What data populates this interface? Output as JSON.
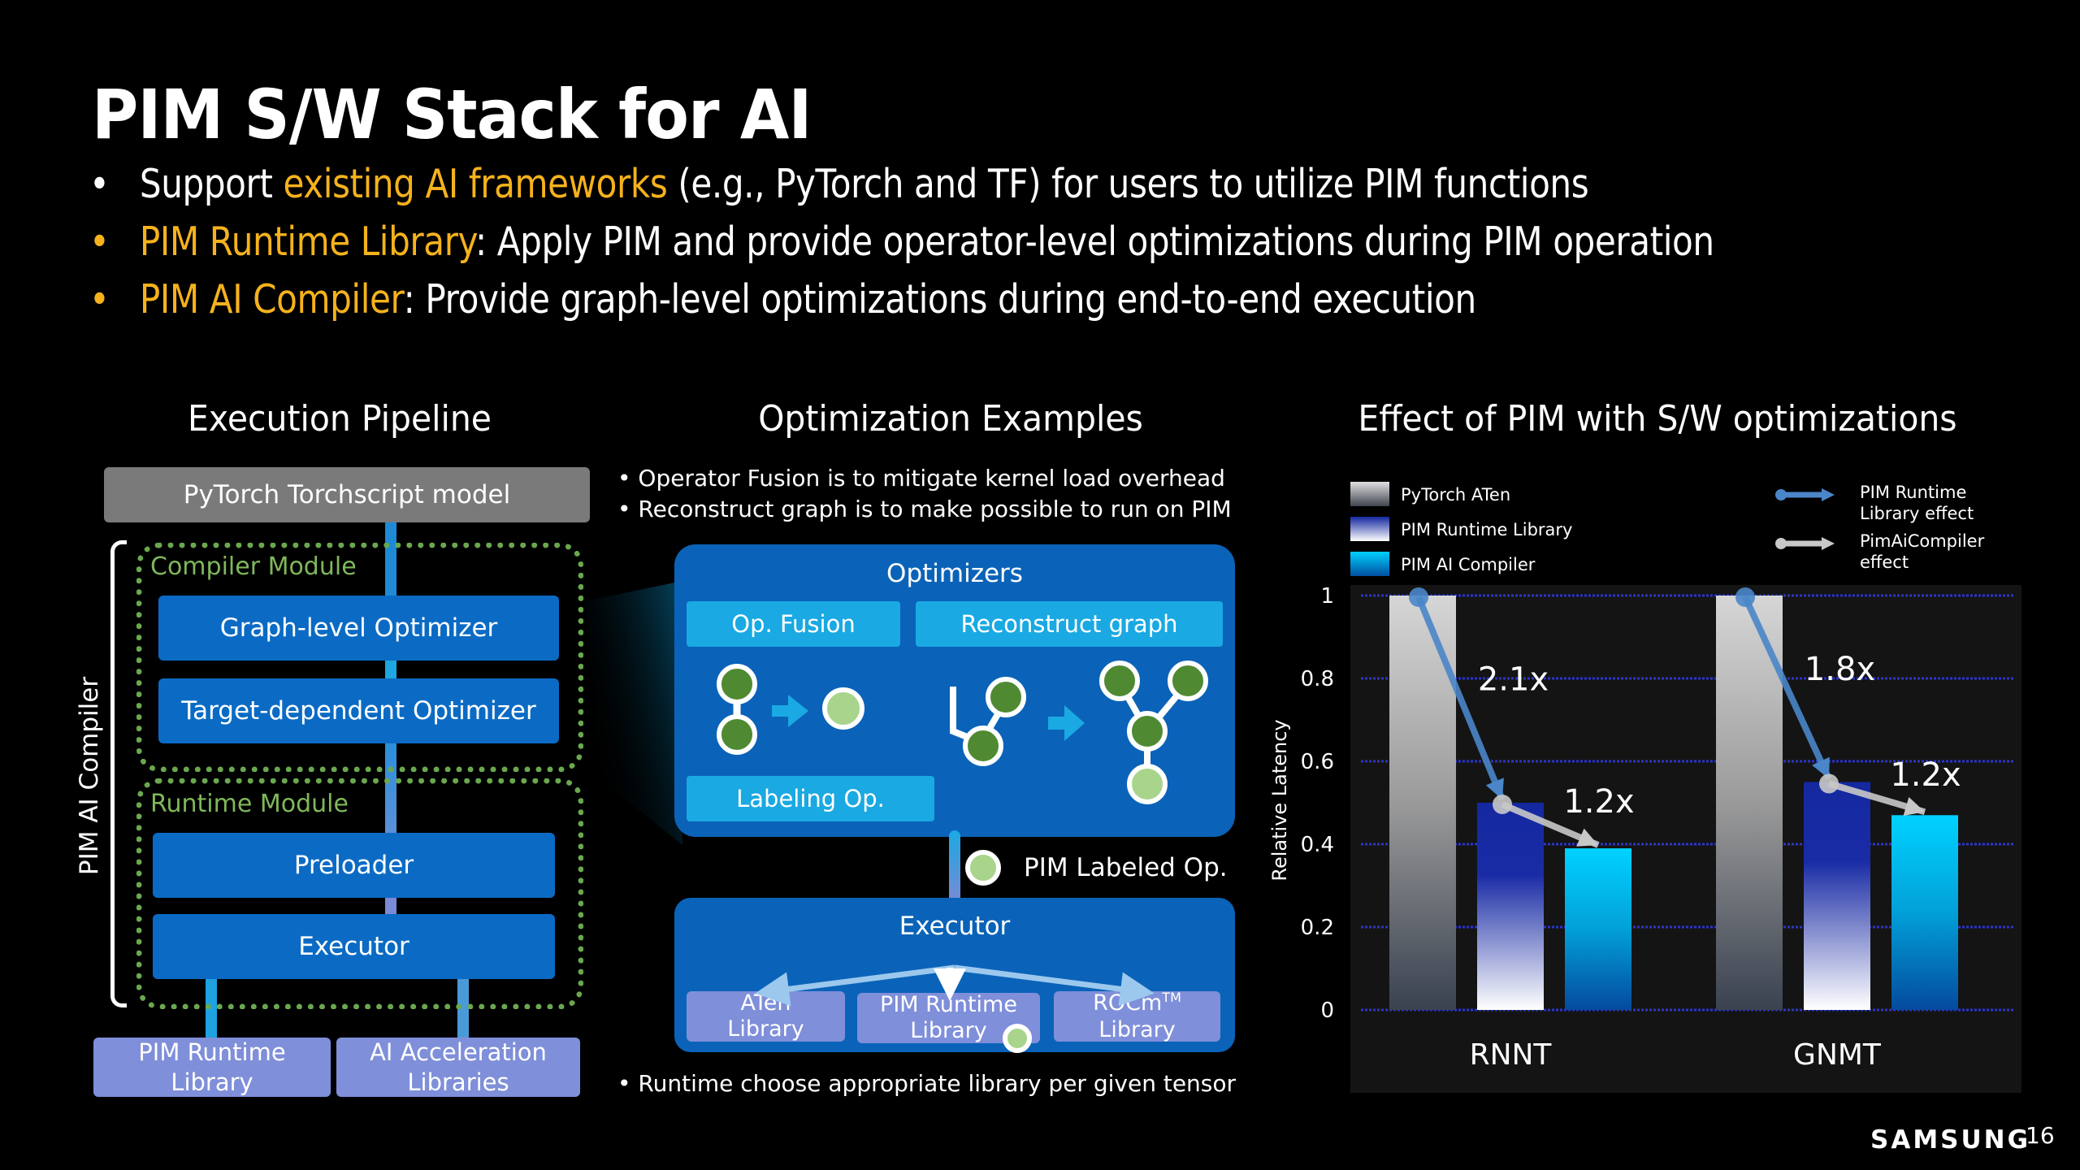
{
  "slide": {
    "title": "PIM S/W Stack for AI",
    "bullets": [
      {
        "prefix": "Support ",
        "highlight": "existing AI frameworks",
        "suffix": " (e.g., PyTorch and TF) for users to utilize PIM functions"
      },
      {
        "prefix": "",
        "highlight": "PIM Runtime Library",
        "suffix": ": Apply PIM and provide operator-level optimizations during PIM operation"
      },
      {
        "prefix": "",
        "highlight": "PIM AI Compiler",
        "suffix": ": Provide graph-level optimizations during end-to-end execution"
      }
    ],
    "bullet_char": "•",
    "accent_color": "#f5b21c",
    "page_number": "16",
    "brand": "SAMSUNG"
  },
  "pipeline": {
    "heading": "Execution Pipeline",
    "input_model": "PyTorch Torchscript model",
    "bracket_label": "PIM AI Compiler",
    "compiler_module": {
      "label": "Compiler Module",
      "stages": [
        "Graph-level Optimizer",
        "Target-dependent Optimizer"
      ]
    },
    "runtime_module": {
      "label": "Runtime Module",
      "stages": [
        "Preloader",
        "Executor"
      ]
    },
    "libraries": [
      "PIM Runtime\nLibrary",
      "AI Acceleration\nLibraries"
    ],
    "library_lines": [
      [
        "PIM Runtime",
        "Library"
      ],
      [
        "AI Acceleration",
        "Libraries"
      ]
    ]
  },
  "optimization": {
    "heading": "Optimization Examples",
    "notes": [
      "Operator Fusion is to mitigate kernel load overhead",
      "Reconstruct graph is to make possible to run on PIM"
    ],
    "optimizers_title": "Optimizers",
    "op_fusion": "Op. Fusion",
    "reconstruct": "Reconstruct graph",
    "labeling": "Labeling Op.",
    "pim_labeled": "PIM Labeled Op.",
    "executor_title": "Executor",
    "libs": [
      {
        "line1": "ATen",
        "line2": "Library"
      },
      {
        "line1": "PIM Runtime",
        "line2": "Library"
      },
      {
        "line1": "ROCm",
        "sup": "TM",
        "line2": "Library"
      }
    ],
    "footer_note": "Runtime choose appropriate library per given tensor"
  },
  "chart_data": {
    "type": "bar",
    "title": "Effect of PIM with S/W optimizations",
    "ylabel": "Relative Latency",
    "xlabel": "",
    "categories": [
      "RNNT",
      "GNMT"
    ],
    "ylim": [
      0,
      1
    ],
    "yticks": [
      "0",
      "0.2",
      "0.4",
      "0.6",
      "0.8",
      "1"
    ],
    "grid": true,
    "series": [
      {
        "name": "PyTorch ATen",
        "values": [
          1.0,
          1.0
        ],
        "color": "#d0d0d0"
      },
      {
        "name": "PIM Runtime Library",
        "values": [
          0.5,
          0.55
        ],
        "color": "#1428a0"
      },
      {
        "name": "PIM AI Compiler",
        "values": [
          0.39,
          0.47
        ],
        "color": "#00c8f5"
      }
    ],
    "annotations": [
      {
        "category": "RNNT",
        "from": "PyTorch ATen",
        "to": "PIM Runtime Library",
        "label": "2.1x"
      },
      {
        "category": "RNNT",
        "from": "PIM Runtime Library",
        "to": "PIM AI Compiler",
        "label": "1.2x"
      },
      {
        "category": "GNMT",
        "from": "PyTorch ATen",
        "to": "PIM Runtime Library",
        "label": "1.8x"
      },
      {
        "category": "GNMT",
        "from": "PIM Runtime Library",
        "to": "PIM AI Compiler",
        "label": "1.2x"
      }
    ],
    "legend_bars": [
      "PyTorch ATen",
      "PIM Runtime Library",
      "PIM AI Compiler"
    ],
    "legend_arrows": [
      {
        "lines": [
          "PIM Runtime",
          "Library effect"
        ],
        "color": "#4a86c8"
      },
      {
        "lines": [
          "PimAiCompiler",
          "effect"
        ],
        "color": "#c8c8c8"
      }
    ],
    "legend_position": "top"
  }
}
